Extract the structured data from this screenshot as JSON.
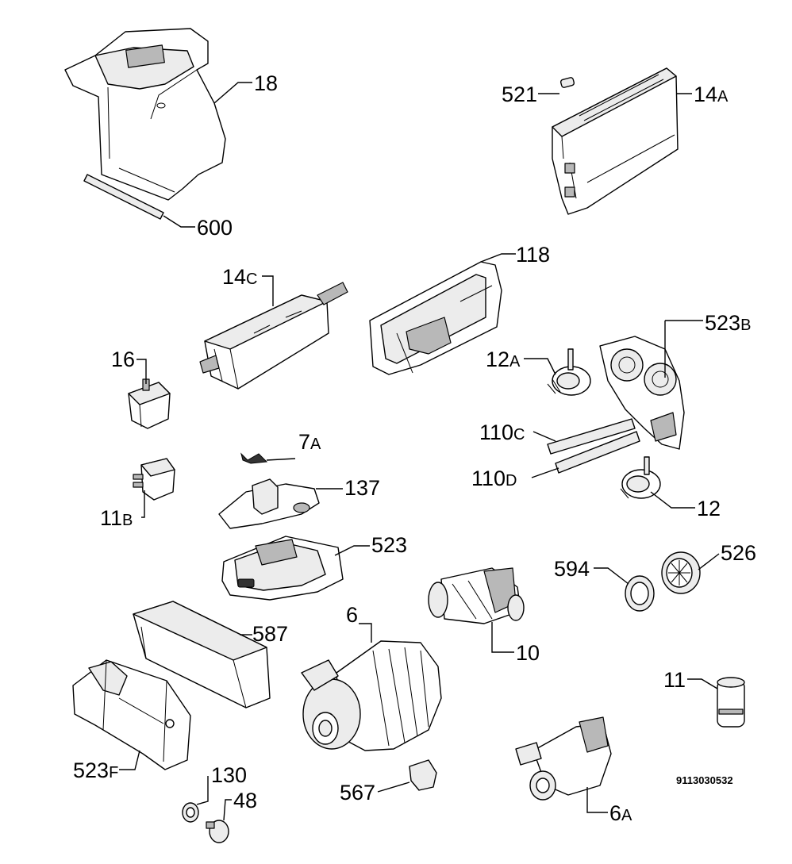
{
  "diagram": {
    "parts": [
      {
        "id": "p18",
        "num": "18",
        "suffix": ""
      },
      {
        "id": "p600",
        "num": "600",
        "suffix": ""
      },
      {
        "id": "p521",
        "num": "521",
        "suffix": ""
      },
      {
        "id": "p14a",
        "num": "14",
        "suffix": "A"
      },
      {
        "id": "p118",
        "num": "118",
        "suffix": ""
      },
      {
        "id": "p14c",
        "num": "14",
        "suffix": "C"
      },
      {
        "id": "p523b",
        "num": "523",
        "suffix": "B"
      },
      {
        "id": "p16",
        "num": "16",
        "suffix": ""
      },
      {
        "id": "p12a",
        "num": "12",
        "suffix": "A"
      },
      {
        "id": "p7a",
        "num": "7",
        "suffix": "A"
      },
      {
        "id": "p110c",
        "num": "110",
        "suffix": "C"
      },
      {
        "id": "p110d",
        "num": "110",
        "suffix": "D"
      },
      {
        "id": "p137",
        "num": "137",
        "suffix": ""
      },
      {
        "id": "p11b",
        "num": "11",
        "suffix": "B"
      },
      {
        "id": "p12",
        "num": "12",
        "suffix": ""
      },
      {
        "id": "p523",
        "num": "523",
        "suffix": ""
      },
      {
        "id": "p594",
        "num": "594",
        "suffix": ""
      },
      {
        "id": "p526",
        "num": "526",
        "suffix": ""
      },
      {
        "id": "p6",
        "num": "6",
        "suffix": ""
      },
      {
        "id": "p587",
        "num": "587",
        "suffix": ""
      },
      {
        "id": "p10",
        "num": "10",
        "suffix": ""
      },
      {
        "id": "p11",
        "num": "11",
        "suffix": ""
      },
      {
        "id": "p523f",
        "num": "523",
        "suffix": "F"
      },
      {
        "id": "p130",
        "num": "130",
        "suffix": ""
      },
      {
        "id": "p567",
        "num": "567",
        "suffix": ""
      },
      {
        "id": "p48",
        "num": "48",
        "suffix": ""
      },
      {
        "id": "p6a",
        "num": "6",
        "suffix": "A"
      }
    ],
    "drawing_code": "9113030532"
  }
}
